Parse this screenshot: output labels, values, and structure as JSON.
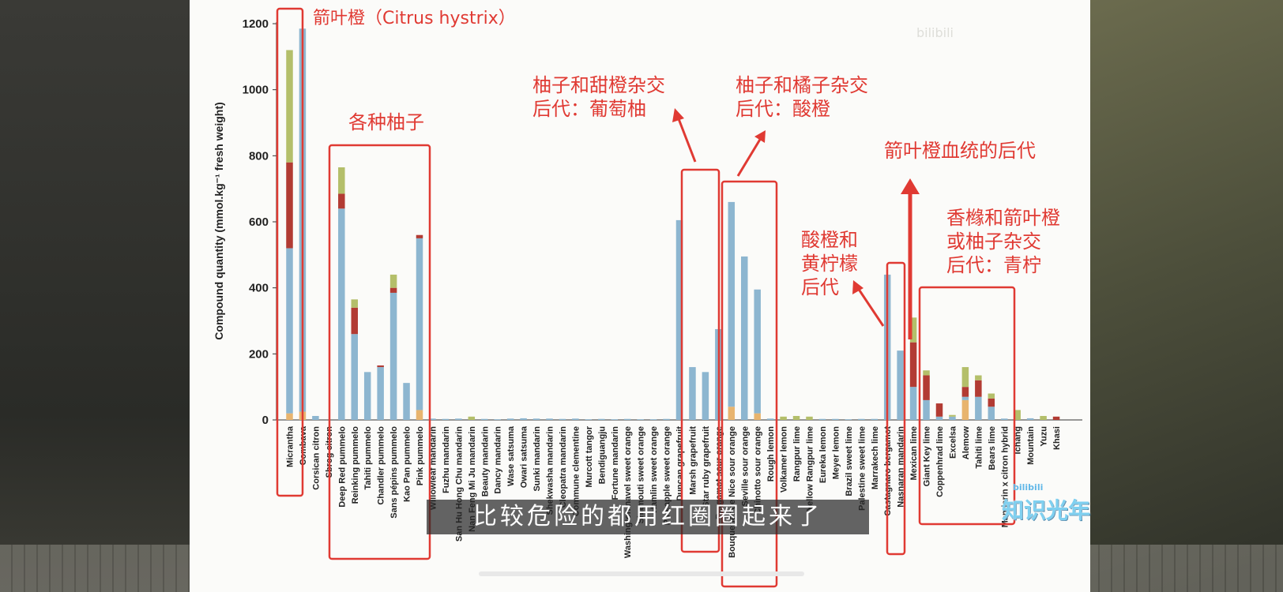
{
  "chart_data": {
    "type": "bar",
    "stacked": true,
    "ylabel": "Compound quantity (mmol.kg⁻¹ fresh weight)",
    "ylim": [
      0,
      1200
    ],
    "yticks": [
      0,
      200,
      400,
      600,
      800,
      1000,
      1200
    ],
    "series_colors": [
      "#e8b46e",
      "#8db6d0",
      "#b23b33",
      "#b4bf6a"
    ],
    "categories": [
      {
        "label": "Micrantha",
        "segs": [
          20,
          500,
          260,
          340
        ]
      },
      {
        "label": "Combava",
        "segs": [
          25,
          1160,
          0,
          0
        ]
      },
      {
        "label": "Corsican citron",
        "segs": [
          0,
          12,
          0,
          0
        ]
      },
      {
        "label": "Sbrog citron",
        "segs": [
          0,
          0,
          0,
          0
        ]
      },
      {
        "label": "Deep Red pummelo",
        "segs": [
          0,
          640,
          45,
          80
        ]
      },
      {
        "label": "Reinking pummelo",
        "segs": [
          0,
          260,
          80,
          25
        ]
      },
      {
        "label": "Tahiti pummelo",
        "segs": [
          0,
          145,
          0,
          0
        ]
      },
      {
        "label": "Chandler pummelo",
        "segs": [
          0,
          160,
          5,
          0
        ]
      },
      {
        "label": "Sans pépins pummelo",
        "segs": [
          0,
          385,
          15,
          40
        ]
      },
      {
        "label": "Kao Pan pummelo",
        "segs": [
          0,
          112,
          0,
          0
        ]
      },
      {
        "label": "Pink pummelo",
        "segs": [
          30,
          520,
          10,
          0
        ]
      },
      {
        "label": "Willowleaf mandarin",
        "segs": [
          0,
          4,
          0,
          0
        ]
      },
      {
        "label": "Fuzhu mandarin",
        "segs": [
          0,
          3,
          0,
          0
        ]
      },
      {
        "label": "San Hu Hong Chu mandarin",
        "segs": [
          0,
          4,
          0,
          0
        ]
      },
      {
        "label": "Nan Feng Mi Ju mandarin",
        "segs": [
          0,
          0,
          0,
          10
        ]
      },
      {
        "label": "Beauty mandarin",
        "segs": [
          0,
          3,
          0,
          0
        ]
      },
      {
        "label": "Dancy mandarin",
        "segs": [
          0,
          2,
          0,
          0
        ]
      },
      {
        "label": "Wase satsuma",
        "segs": [
          0,
          4,
          0,
          0
        ]
      },
      {
        "label": "Owari satsuma",
        "segs": [
          0,
          5,
          0,
          0
        ]
      },
      {
        "label": "Sunki mandarin",
        "segs": [
          0,
          4,
          0,
          0
        ]
      },
      {
        "label": "Shekwasha mandarin",
        "segs": [
          0,
          4,
          0,
          0
        ]
      },
      {
        "label": "Cleopatra mandarin",
        "segs": [
          0,
          3,
          0,
          0
        ]
      },
      {
        "label": "Commune clementine",
        "segs": [
          0,
          4,
          0,
          0
        ]
      },
      {
        "label": "Murcott tangor",
        "segs": [
          0,
          2,
          0,
          0
        ]
      },
      {
        "label": "Bendiguangju",
        "segs": [
          0,
          3,
          0,
          0
        ]
      },
      {
        "label": "Fortune mandarin",
        "segs": [
          0,
          2,
          0,
          0
        ]
      },
      {
        "label": "Washington navel sweet orange",
        "segs": [
          0,
          3,
          0,
          0
        ]
      },
      {
        "label": "Shamouti sweet orange",
        "segs": [
          0,
          2,
          0,
          0
        ]
      },
      {
        "label": "Hamlin sweet orange",
        "segs": [
          0,
          2,
          0,
          0
        ]
      },
      {
        "label": "Pineapple sweet orange",
        "segs": [
          0,
          3,
          0,
          0
        ]
      },
      {
        "label": "Duncan grapefruit",
        "segs": [
          0,
          605,
          0,
          0
        ]
      },
      {
        "label": "Marsh grapefruit",
        "segs": [
          0,
          160,
          0,
          0
        ]
      },
      {
        "label": "Star ruby grapefruit",
        "segs": [
          0,
          145,
          0,
          0
        ]
      },
      {
        "label": "Bergamot sour orange",
        "segs": [
          0,
          275,
          0,
          0
        ]
      },
      {
        "label": "Bouquetier de Nice sour orange",
        "segs": [
          40,
          620,
          0,
          0
        ]
      },
      {
        "label": "Seville sour orange",
        "segs": [
          0,
          495,
          0,
          0
        ]
      },
      {
        "label": "Chinotto sour orange",
        "segs": [
          20,
          375,
          0,
          0
        ]
      },
      {
        "label": "Rough lemon",
        "segs": [
          0,
          4,
          0,
          0
        ]
      },
      {
        "label": "Volkamer lemon",
        "segs": [
          0,
          0,
          0,
          10
        ]
      },
      {
        "label": "Rangpur lime",
        "segs": [
          0,
          0,
          0,
          12
        ]
      },
      {
        "label": "Yellow Rangpur lime",
        "segs": [
          0,
          0,
          0,
          10
        ]
      },
      {
        "label": "Eureka lemon",
        "segs": [
          0,
          3,
          0,
          0
        ]
      },
      {
        "label": "Meyer lemon",
        "segs": [
          0,
          3,
          0,
          0
        ]
      },
      {
        "label": "Brazil sweet lime",
        "segs": [
          0,
          2,
          0,
          0
        ]
      },
      {
        "label": "Palestine sweet lime",
        "segs": [
          0,
          3,
          0,
          0
        ]
      },
      {
        "label": "Marrakech lime",
        "segs": [
          0,
          3,
          0,
          0
        ]
      },
      {
        "label": "Castagnaro bergamot",
        "segs": [
          0,
          440,
          0,
          0
        ]
      },
      {
        "label": "Nasnaran mandarin",
        "segs": [
          0,
          210,
          0,
          0
        ]
      },
      {
        "label": "Mexican lime",
        "segs": [
          0,
          100,
          135,
          75
        ]
      },
      {
        "label": "Giant Key lime",
        "segs": [
          0,
          60,
          75,
          15
        ]
      },
      {
        "label": "Coppenhrad lime",
        "segs": [
          0,
          10,
          40,
          0
        ]
      },
      {
        "label": "Excelsa",
        "segs": [
          0,
          10,
          0,
          5
        ]
      },
      {
        "label": "Alemow",
        "segs": [
          60,
          10,
          30,
          60
        ]
      },
      {
        "label": "Tahiti lime",
        "segs": [
          0,
          70,
          50,
          15
        ]
      },
      {
        "label": "Bears lime",
        "segs": [
          0,
          40,
          25,
          15
        ]
      },
      {
        "label": "Mandarin x citron hybrid",
        "segs": [
          0,
          4,
          0,
          0
        ]
      },
      {
        "label": "Ichang",
        "segs": [
          0,
          0,
          0,
          30
        ]
      },
      {
        "label": "Mountain",
        "segs": [
          0,
          5,
          0,
          0
        ]
      },
      {
        "label": "Yuzu",
        "segs": [
          0,
          0,
          0,
          12
        ]
      },
      {
        "label": "Khasi",
        "segs": [
          0,
          0,
          10,
          0
        ]
      }
    ]
  },
  "annotations": {
    "kaffir": "箭叶橙（Citrus hystrix）",
    "pummelos": "各种柚子",
    "grapefruit_l1": "柚子和甜橙杂交",
    "grapefruit_l2": "后代：葡萄柚",
    "sour_l1": "柚子和橘子杂交",
    "sour_l2": "后代：酸橙",
    "kaffir_descendants": "箭叶橙血统的后代",
    "lemon_l1": "酸橙和",
    "lemon_l2": "黄柠檬",
    "lemon_l3": "后代",
    "lime_l1": "香橼和箭叶橙",
    "lime_l2": "或柚子杂交",
    "lime_l3": "后代：青柠"
  },
  "subtitle": "比较危险的都用红圈圈起来了",
  "watermark": {
    "brand_small": "bilibili",
    "brand_large": "知识光年",
    "top_right": "bilibili"
  },
  "colors": {
    "annotation_red": "#e03a33",
    "axis": "#222222"
  }
}
